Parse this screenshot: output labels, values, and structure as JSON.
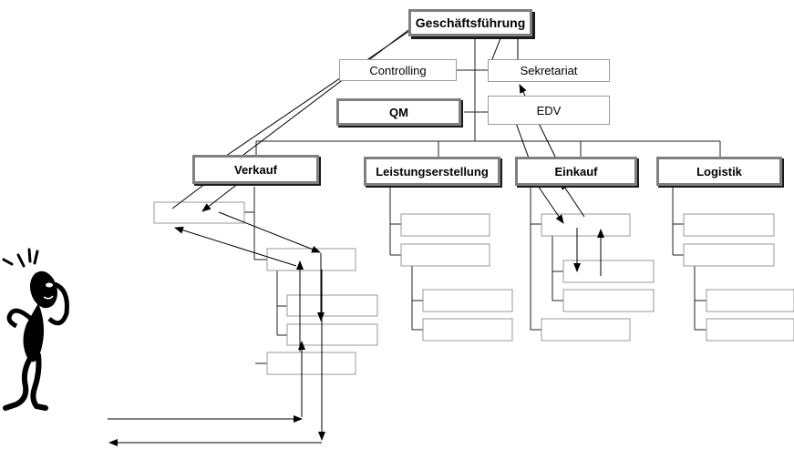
{
  "org": {
    "ceo": "Geschäftsführung",
    "controlling": "Controlling",
    "secretariat": "Sekretariat",
    "qm": "QM",
    "it": "EDV",
    "departments": [
      "Verkauf",
      "Leistungserstellung",
      "Einkauf",
      "Logistik"
    ]
  },
  "person_icon": "stressed-person-icon"
}
